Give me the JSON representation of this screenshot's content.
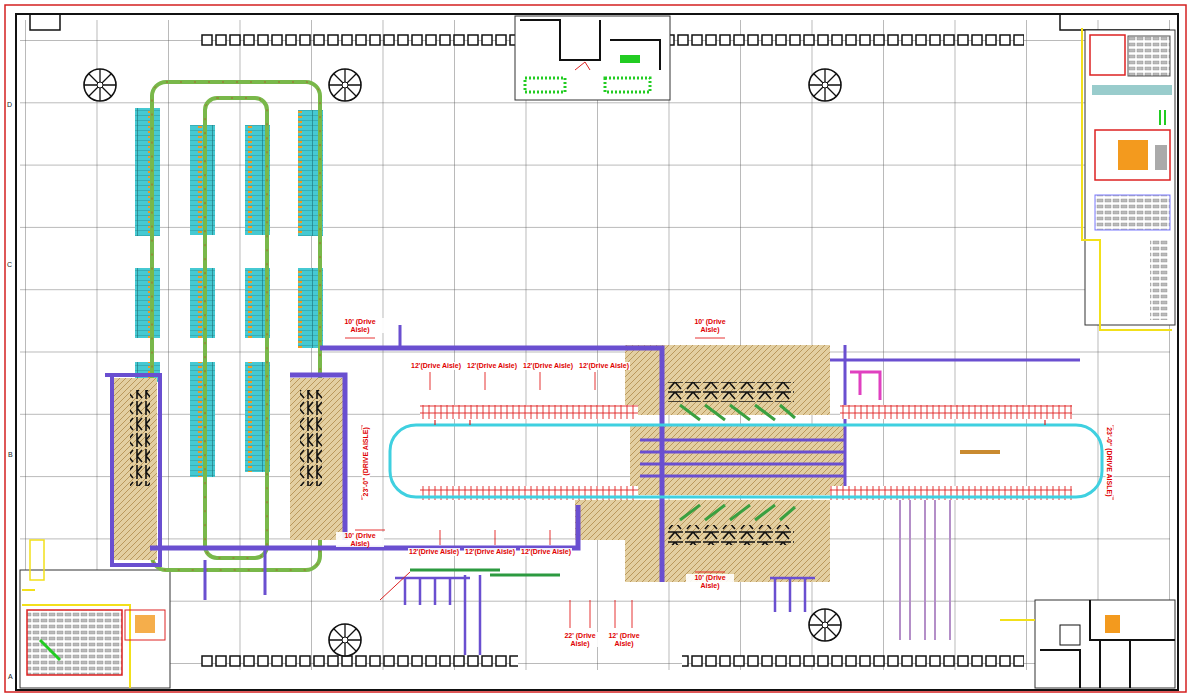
{
  "diagram": {
    "labels": [
      "10' (Drive Aisle)",
      "12'(Drive Aisle)",
      "12'(Drive Aisle)",
      "12'(Drive Aisle)",
      "12'(Drive Aisle)",
      "10' (Drive Aisle)",
      "23'-0\" (DRIVE AISLE)",
      "23'-0\" (DRIVE AISLE)",
      "10' (Drive Aisle)",
      "12'(Drive Aisle)",
      "12'(Drive Aisle)",
      "12'(Drive Aisle)",
      "10' (Drive Aisle)",
      "22' (Drive Aisle)",
      "12' (Drive Aisle)",
      "D",
      "C",
      "B",
      "A"
    ]
  }
}
